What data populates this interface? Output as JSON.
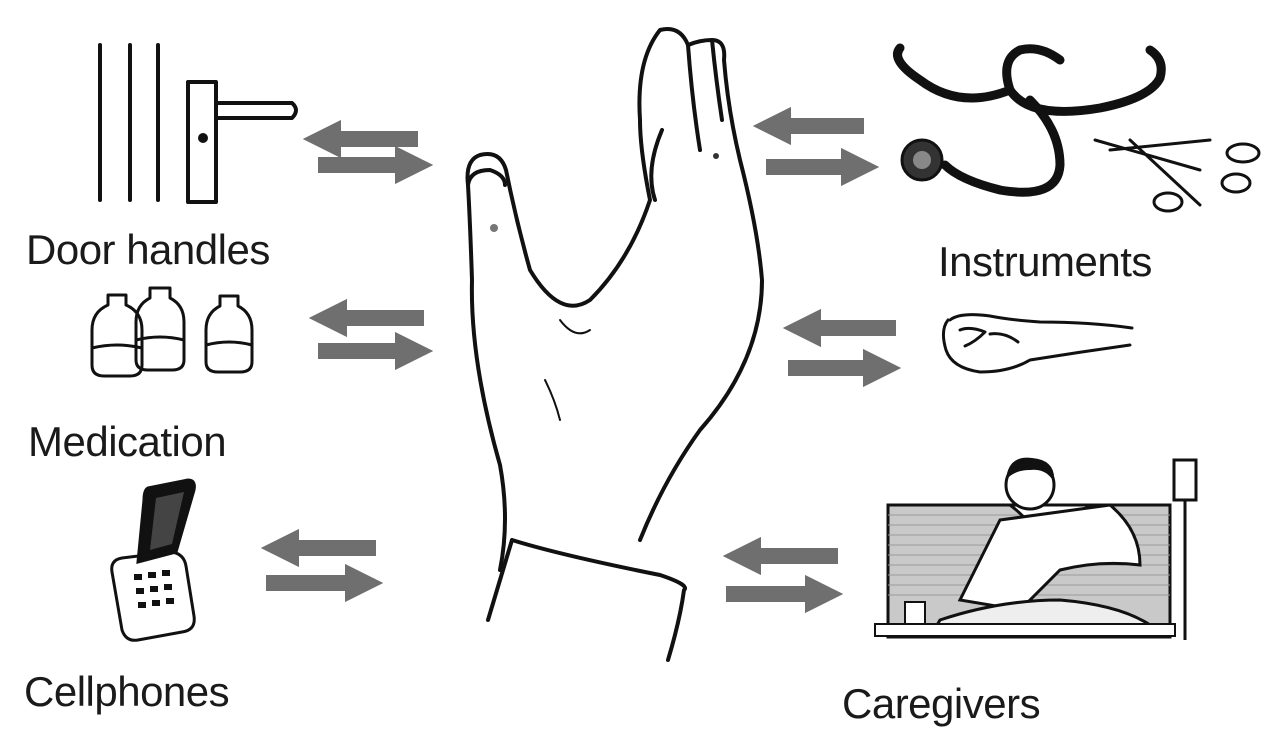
{
  "labels": {
    "door_handles": "Door handles",
    "medication": "Medication",
    "cellphones": "Cellphones",
    "instruments": "Instruments",
    "caregivers": "Caregivers"
  },
  "colors": {
    "arrow": "#6f6f6f",
    "ink": "#111111",
    "background": "#ffffff"
  }
}
